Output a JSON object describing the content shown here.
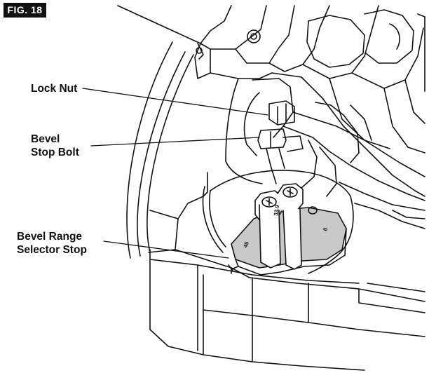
{
  "figure": {
    "label": "FIG. 18",
    "callouts": {
      "lock_nut": "Lock Nut",
      "bevel_stop_bolt": [
        "Bevel",
        "Stop Bolt"
      ],
      "bevel_range_selector_stop": [
        "Bevel Range",
        "Selector Stop"
      ]
    },
    "dial_markings": [
      "45",
      "33.9",
      "0"
    ]
  },
  "colors": {
    "ink": "#111111",
    "stop_fill": "#c9c9c9",
    "badge": "#111111"
  }
}
